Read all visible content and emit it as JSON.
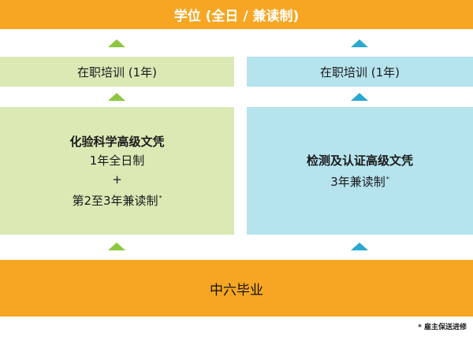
{
  "top": {
    "label": "学位 (全日 / 兼读制)"
  },
  "left": {
    "training": "在职培训 (1年)",
    "title": "化验科学高级文凭",
    "line1": "1年全日制",
    "plus": "+",
    "line2": "第2至3年兼读制",
    "line2_mark": "*"
  },
  "right": {
    "training": "在职培训 (1年)",
    "title": "检测及认证高级文凭",
    "line1": "3年兼读制",
    "line1_mark": "*"
  },
  "bottom": {
    "label": "中六毕业"
  },
  "footnote": "* 雇主保送进修",
  "colors": {
    "orange": "#f6a623",
    "green_box": "#dbe9b5",
    "blue_box": "#b5e3ee",
    "green_arrow": "#8dc63f",
    "blue_arrow": "#2aa9d0"
  }
}
